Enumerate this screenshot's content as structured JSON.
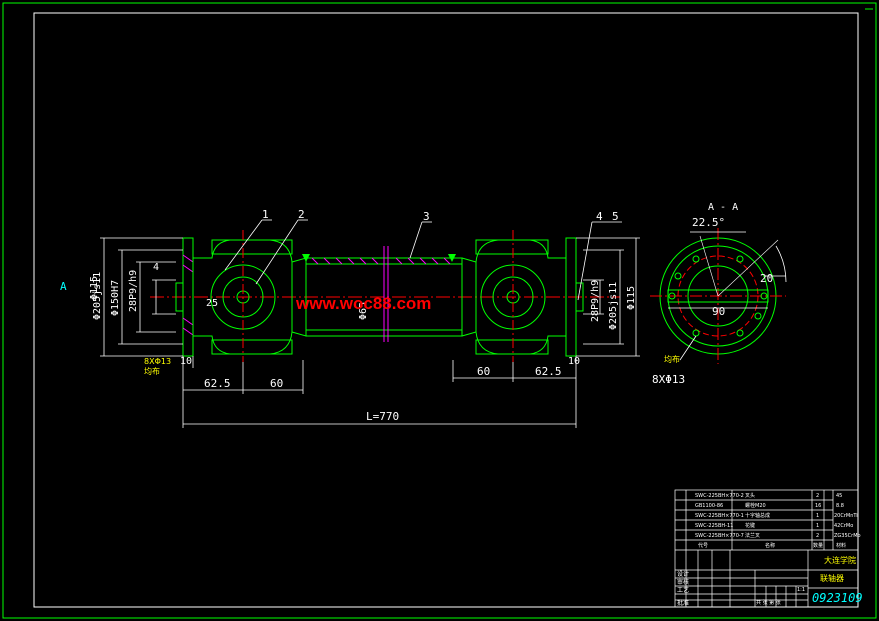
{
  "dimensions": {
    "phi205_left": "Φ205js11",
    "phi150": "Φ150H7",
    "d115_left": "Φ115",
    "h4": "4",
    "key_left": "28P9/h9",
    "d25": "25",
    "d65": "Φ65",
    "d10_left": "10",
    "d10_right": "10",
    "holes_left": "8XΦ13",
    "d625_left": "62.5",
    "d60_left": "60",
    "d60_right": "60",
    "d625_right": "62.5",
    "length": "L=770",
    "key_right": "28P9/h9",
    "phi205_right": "Φ205js11",
    "d115_right": "Φ115",
    "angle": "22.5°",
    "d20": "20",
    "d90": "90",
    "holes_right": "8XΦ13",
    "section": "A - A",
    "view_mark": "A"
  },
  "labels": {
    "balloon_1": "1",
    "balloon_2": "2",
    "balloon_3": "3",
    "balloon_4": "4",
    "balloon_5": "5",
    "flange_note_left": "均布",
    "flange_note_right": "均布"
  },
  "watermark": "www.woc88.com",
  "title_block": {
    "parts": [
      {
        "code": "SWC-225BH×770-2",
        "name": "叉头",
        "qty": "2",
        "mat": "45"
      },
      {
        "code": "GB1100-86",
        "name": "螺栓M20",
        "qty": "16",
        "mat": "8.8"
      },
      {
        "code": "SWC-225BH×770-1",
        "name": "十字轴总成",
        "qty": "1",
        "mat": "20CrMnTi"
      },
      {
        "code": "SWC-225BH-11",
        "name": "花键",
        "qty": "1",
        "mat": "42CrMo"
      },
      {
        "code": "SWC-225BH×770-7",
        "name": "法兰叉",
        "qty": "2",
        "mat": "ZG35CrMo"
      }
    ],
    "header": {
      "code": "代号",
      "name": "名称",
      "qty": "数量",
      "mat": "材料"
    },
    "school": "大连学院",
    "product": "联轴器",
    "drawing_no": "0923109",
    "scale": "1:1",
    "sheet": "共 张 第 张",
    "roles": [
      "设计",
      "审核",
      "工艺",
      "批准"
    ]
  },
  "colors": {
    "part": "#00ff00",
    "dimension": "#ffffff",
    "centerline": "#ff0000",
    "hatch": "#ff00ff",
    "highlight": "#ffff00",
    "accent": "#00ffff"
  }
}
